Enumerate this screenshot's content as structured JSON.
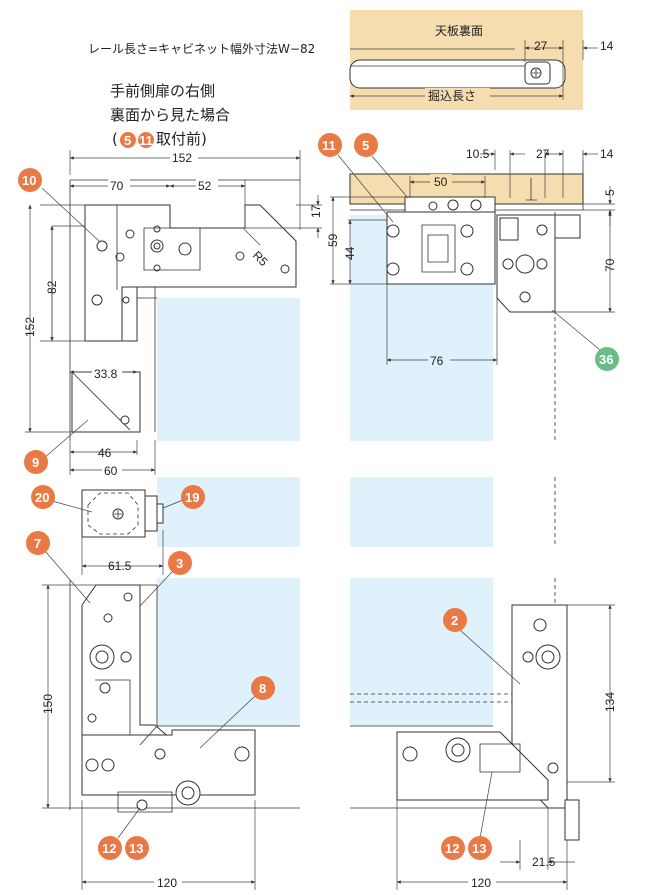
{
  "colors": {
    "wood": "#f5ddb0",
    "glass": "#dff1fb",
    "badge_orange": "#ea7a45",
    "badge_green": "#69bd85"
  },
  "top_note": {
    "rail_label": "レール長さ=キャビネット幅外寸法W−82",
    "board_label": "天板裏面",
    "insert_label": "掘込長さ",
    "dim_27": "27",
    "dim_14": "14"
  },
  "caption": {
    "line1": "手前側扉の右側",
    "line2": "裏面から見た場合",
    "line3_prefix": "(",
    "line3_badge_a": "5",
    "line3_badge_b": "11",
    "line3_suffix": "取付前)"
  },
  "top_left": {
    "dim_152_top": "152",
    "dim_70": "70",
    "dim_52": "52",
    "dim_17": "17",
    "dim_r5": "R5",
    "dim_82": "82",
    "dim_152_side": "152",
    "dim_33_8": "33.8",
    "dim_46": "46",
    "dim_60": "60",
    "badge_10": "10",
    "badge_9": "9"
  },
  "top_right": {
    "dim_10_5": "10.5",
    "dim_27": "27",
    "dim_14": "14",
    "dim_50": "50",
    "dim_5": "5",
    "dim_59": "59",
    "dim_44": "44",
    "dim_70": "70",
    "dim_76": "76",
    "badge_11": "11",
    "badge_5": "5",
    "badge_36": "36"
  },
  "middle": {
    "badge_20": "20",
    "badge_19": "19",
    "dim_61_5": "61.5"
  },
  "bottom_left": {
    "badge_7": "7",
    "badge_3": "3",
    "badge_8": "8",
    "badge_12": "12",
    "badge_13": "13",
    "dim_150": "150",
    "dim_120": "120"
  },
  "bottom_right": {
    "badge_2": "2",
    "badge_12": "12",
    "badge_13": "13",
    "dim_134": "134",
    "dim_21_5": "21.5",
    "dim_120": "120"
  }
}
